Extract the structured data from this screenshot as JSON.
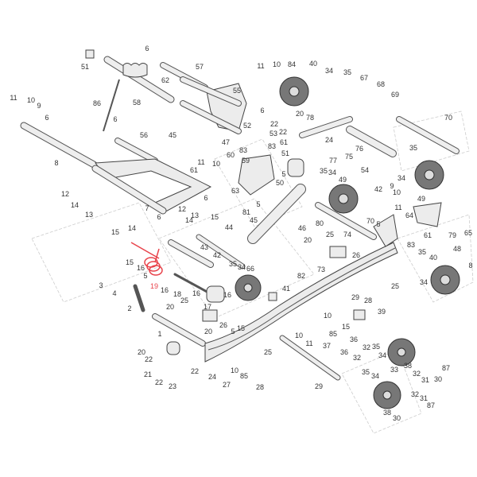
{
  "diagram": {
    "title": "Rear suspension exploded parts view",
    "highlight_color": "#e8434b",
    "highlighted_part": "19",
    "labels": [
      "51",
      "6",
      "57",
      "62",
      "55",
      "58",
      "86",
      "11",
      "10",
      "9",
      "6",
      "8",
      "6",
      "56",
      "45",
      "47",
      "60",
      "11",
      "10",
      "61",
      "63",
      "12",
      "14",
      "13",
      "7",
      "6",
      "6",
      "12",
      "14",
      "13",
      "14",
      "15",
      "15",
      "44",
      "11",
      "10",
      "84",
      "40",
      "34",
      "35",
      "67",
      "68",
      "69",
      "70",
      "6",
      "20",
      "78",
      "22",
      "22",
      "52",
      "53",
      "83",
      "83",
      "61",
      "24",
      "76",
      "75",
      "77",
      "51",
      "59",
      "5",
      "50",
      "35",
      "34",
      "54",
      "49",
      "35",
      "34",
      "49",
      "42",
      "9",
      "10",
      "11",
      "5",
      "81",
      "45",
      "46",
      "80",
      "70",
      "64",
      "5",
      "79",
      "65",
      "61",
      "15",
      "16",
      "5",
      "19",
      "3",
      "4",
      "2",
      "16",
      "18",
      "16",
      "17",
      "16",
      "25",
      "20",
      "26",
      "5",
      "15",
      "1",
      "20",
      "20",
      "22",
      "21",
      "22",
      "23",
      "22",
      "24",
      "27",
      "10",
      "85",
      "25",
      "28",
      "43",
      "42",
      "35",
      "34",
      "66",
      "82",
      "41",
      "10",
      "11",
      "25",
      "74",
      "20",
      "26",
      "73",
      "83",
      "48",
      "35",
      "40",
      "34",
      "25",
      "28",
      "29",
      "39",
      "10",
      "15",
      "85",
      "36",
      "32",
      "35",
      "34",
      "38",
      "32",
      "31",
      "30",
      "87",
      "37",
      "36",
      "32",
      "33",
      "35",
      "34",
      "29",
      "38",
      "32",
      "31",
      "87",
      "30",
      "8"
    ]
  }
}
